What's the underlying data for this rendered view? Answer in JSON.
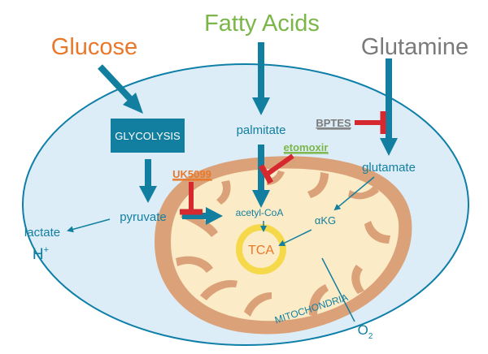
{
  "colors": {
    "cell_fill": "#dcedf7",
    "cell_stroke": "#0f7fa8",
    "arrow": "#137fa0",
    "inhibitor": "#d6292f",
    "glucose": "#e8782a",
    "fatty_acids": "#7ab648",
    "glutamine": "#7a7a7a",
    "mito_outer": "#dba27a",
    "mito_inner": "#fbebc6",
    "mito_label": "#137fa0",
    "tca_ring": "#f6d94a",
    "tca_text": "#e8782a"
  },
  "sources": {
    "glucose": "Glucose",
    "fatty_acids": "Fatty Acids",
    "glutamine": "Glutamine"
  },
  "pathway": {
    "glycolysis": "GLYCOLYSIS",
    "pyruvate": "pyruvate",
    "lactate": "lactate",
    "h_plus": "H",
    "h_plus_sup": "+",
    "palmitate": "palmitate",
    "acetyl_coa": "acetyl-CoA",
    "glutamate": "glutamate",
    "akg": "αKG",
    "tca": "TCA",
    "mitochondria": "MITOCHONDRIA",
    "o2": "O",
    "o2_sub": "2"
  },
  "inhibitors": {
    "uk5099": "UK5099",
    "etomoxir": "etomoxir",
    "bptes": "BPTES"
  }
}
